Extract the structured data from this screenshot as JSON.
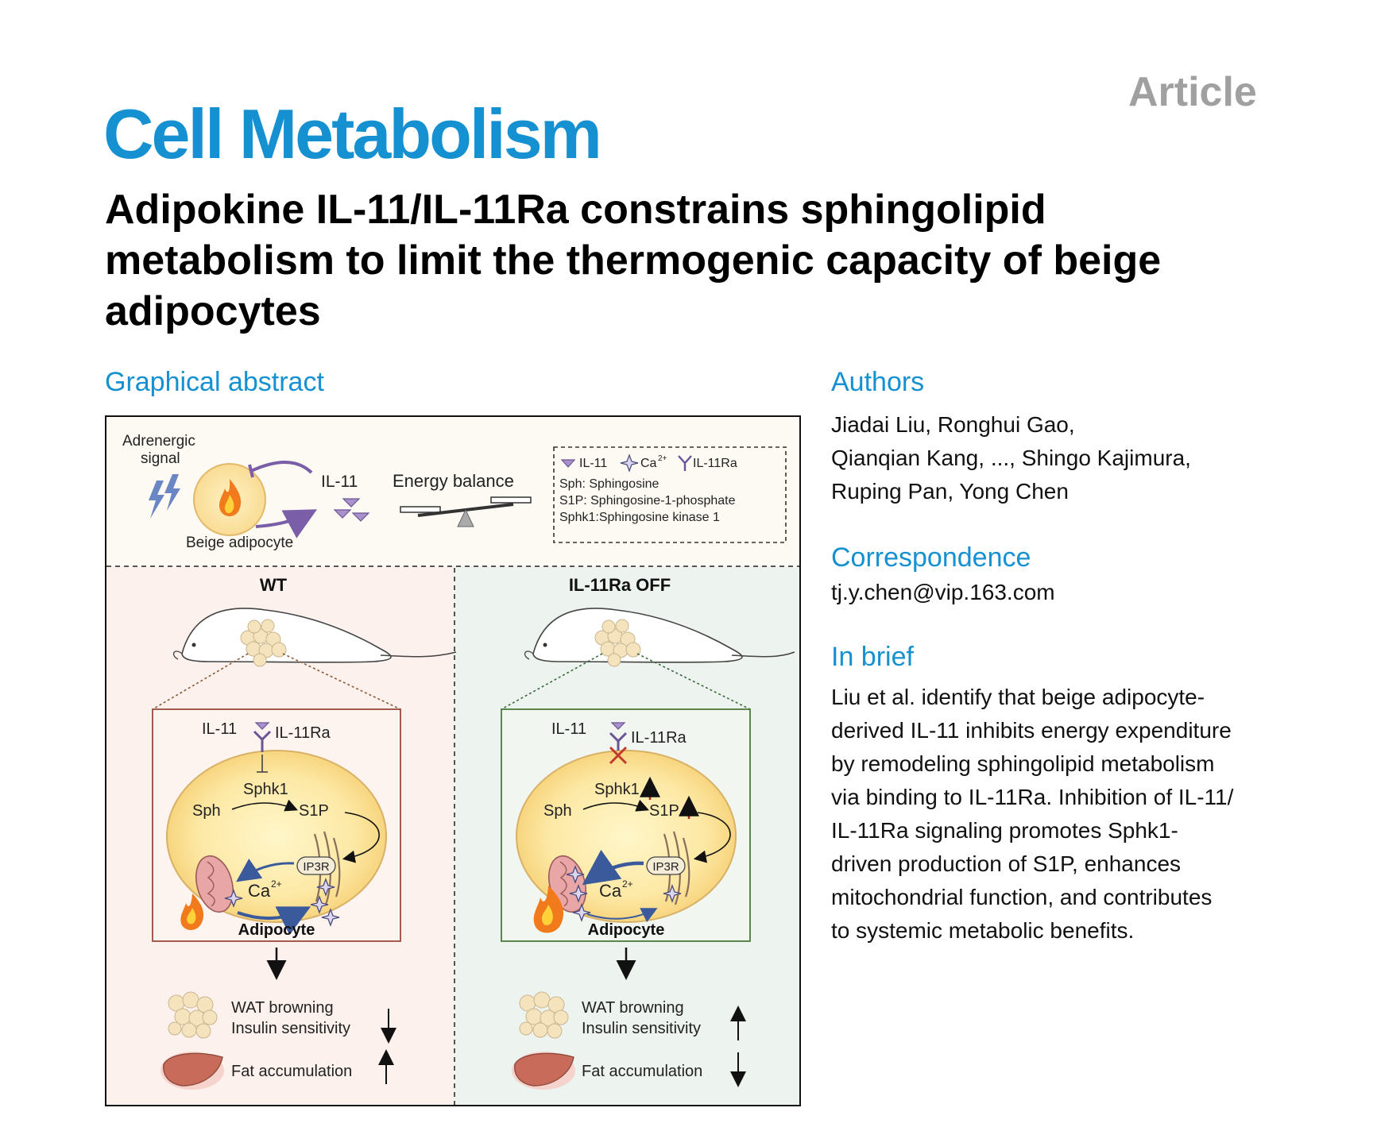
{
  "header": {
    "journal": "Cell Metabolism",
    "article_type": "Article"
  },
  "title": "Adipokine IL-11/IL-11Ra constrains sphingolipid metabolism to limit the thermogenic capacity of beige adipocytes",
  "graphical_abstract": {
    "heading": "Graphical abstract",
    "top": {
      "adrenergic": [
        "Adrenergic",
        "signal"
      ],
      "beige_adipocyte": "Beige adipocyte",
      "il11": "IL-11",
      "energy_balance": "Energy balance",
      "legend": {
        "il11": "IL-11",
        "ca": "Ca",
        "ca_sup": "2+",
        "il11ra": "IL-11Ra",
        "sph": "Sph: Sphingosine",
        "s1p": "S1P: Sphingosine-1-phosphate",
        "sphk1": "Sphk1:Sphingosine kinase 1"
      }
    },
    "panels": {
      "wt": {
        "title": "WT",
        "il11": "IL-11",
        "il11ra": "IL-11Ra",
        "sphk1": "Sphk1",
        "sph": "Sph",
        "s1p": "S1P",
        "ip3r": "IP3R",
        "ca": "Ca",
        "ca_sup": "2+",
        "adipocyte": "Adipocyte",
        "wat": "WAT browning",
        "insulin": "Insulin sensitivity",
        "fat": "Fat accumulation"
      },
      "off": {
        "title": "IL-11Ra OFF",
        "il11": "IL-11",
        "il11ra": "IL-11Ra",
        "sphk1": "Sphk1",
        "sph": "Sph",
        "s1p": "S1P",
        "ip3r": "IP3R",
        "ca": "Ca",
        "ca_sup": "2+",
        "adipocyte": "Adipocyte",
        "wat": "WAT browning",
        "insulin": "Insulin sensitivity",
        "fat": "Fat accumulation"
      }
    }
  },
  "authors": {
    "heading": "Authors",
    "lines": [
      "Jiadai Liu, Ronghui Gao,",
      "Qianqian Kang, ..., Shingo Kajimura,",
      "Ruping Pan, Yong Chen"
    ]
  },
  "correspondence": {
    "heading": "Correspondence",
    "email": "tj.y.chen@vip.163.com"
  },
  "in_brief": {
    "heading": "In brief",
    "lines": [
      "Liu et al. identify that beige adipocyte-",
      "derived IL-11 inhibits energy expenditure",
      "by remodeling sphingolipid metabolism",
      "via binding to IL-11Ra. Inhibition of IL-11/",
      "IL-11Ra signaling promotes Sphk1-",
      "driven production of S1P, enhances",
      "mitochondrial function, and contributes",
      "to systemic metabolic benefits."
    ]
  },
  "colors": {
    "accent": "#1591d2",
    "wt_bg": "#fcf1ec",
    "off_bg": "#edf3ef",
    "top_bg": "#fcfaf3",
    "il11_purple": "#8b72b3",
    "up_arrow_red": "#b3261e"
  }
}
